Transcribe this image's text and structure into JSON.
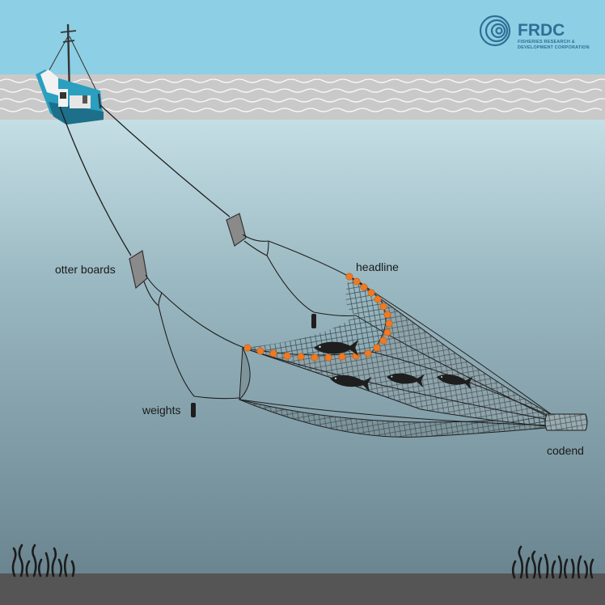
{
  "logo": {
    "name": "FRDC",
    "subtitle_line1": "FISHERIES RESEARCH &",
    "subtitle_line2": "DEVELOPMENT CORPORATION"
  },
  "labels": {
    "otter_boards": "otter boards",
    "headline": "headline",
    "weights": "weights",
    "codend": "codend"
  },
  "colors": {
    "sky": "#8dcfe4",
    "surface": "#c9c9c9",
    "water_top": "#c4dee5",
    "water_bottom": "#6a8590",
    "seabed": "#555555",
    "floats": "#f07a22",
    "net_fill": "#7e949b",
    "boat_hull": "#2a9fc0"
  },
  "icons": [
    "trawler-boat-icon",
    "otter-board-icon",
    "weight-icon",
    "fish-icon",
    "seaweed-icon",
    "frdc-logo-icon"
  ]
}
